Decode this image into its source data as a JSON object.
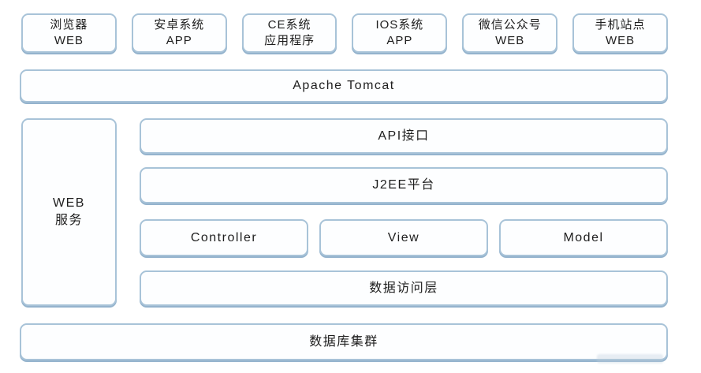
{
  "layers": {
    "clients": [
      {
        "line1": "浏览器",
        "line2": "WEB"
      },
      {
        "line1": "安卓系统",
        "line2": "APP"
      },
      {
        "line1": "CE系统",
        "line2": "应用程序"
      },
      {
        "line1": "IOS系统",
        "line2": "APP"
      },
      {
        "line1": "微信公众号",
        "line2": "WEB"
      },
      {
        "line1": "手机站点",
        "line2": "WEB"
      }
    ],
    "app_server": "Apache Tomcat",
    "web_service": {
      "line1": "WEB",
      "line2": "服务"
    },
    "api": "API接口",
    "platform": "J2EE平台",
    "mvc": [
      "Controller",
      "View",
      "Model"
    ],
    "data_access": "数据访问层",
    "database": "数据库集群"
  },
  "colors": {
    "box_border": "#a8c3d8",
    "box_border_shadow": "#94b3cd",
    "text": "#1e1e1e",
    "background": "#ffffff"
  }
}
